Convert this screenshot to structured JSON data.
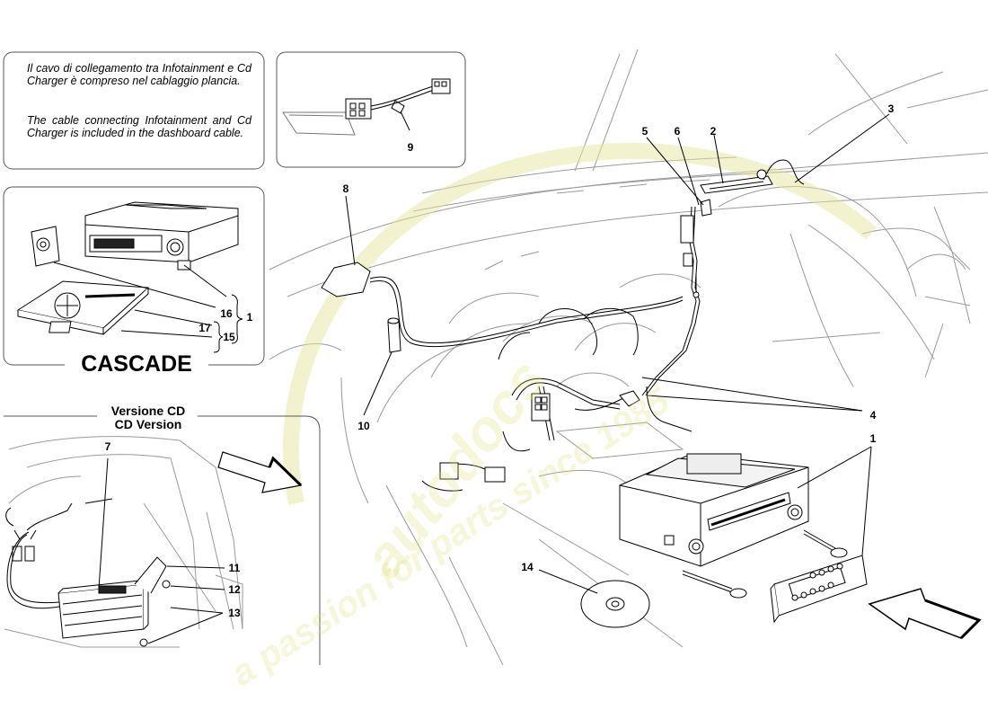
{
  "notes": {
    "italian": "Il cavo di collegamento tra Infotainment e Cd Charger è compreso nel cablaggio plancia.",
    "english": "The cable connecting Infotainment and Cd Charger is included in the dashboard cable."
  },
  "cascade_title": "CASCADE",
  "cd_version": {
    "line1": "Versione CD",
    "line2": "CD Version"
  },
  "callouts": {
    "c1a": "1",
    "c1b": "1",
    "c2": "2",
    "c3": "3",
    "c4": "4",
    "c5": "5",
    "c6": "6",
    "c7": "7",
    "c8": "8",
    "c9": "9",
    "c10": "10",
    "c11": "11",
    "c12": "12",
    "c13": "13",
    "c14": "14",
    "c15": "15",
    "c16": "16",
    "c17": "17"
  },
  "watermark": {
    "brand": "autodocs",
    "tagline": "a passion for parts since 1985"
  },
  "colors": {
    "line": "#000000",
    "faint": "#9a9a9a",
    "watermark": "#e5e5a0"
  }
}
